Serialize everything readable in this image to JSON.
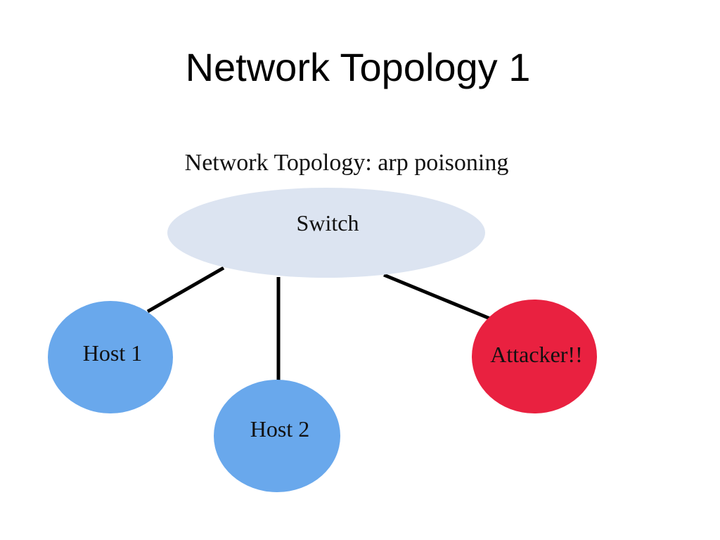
{
  "slide": {
    "title": "Network Topology 1"
  },
  "diagram": {
    "caption": "Network Topology: arp poisoning",
    "nodes": [
      {
        "id": "switch",
        "label": "Switch",
        "color": "#dce4f1"
      },
      {
        "id": "host1",
        "label": "Host 1",
        "color": "#69a8ec"
      },
      {
        "id": "host2",
        "label": "Host 2",
        "color": "#69a8ec"
      },
      {
        "id": "attacker",
        "label": "Attacker!!",
        "color": "#e92140"
      }
    ],
    "edges": [
      {
        "from": "switch",
        "to": "host1"
      },
      {
        "from": "switch",
        "to": "host2"
      },
      {
        "from": "switch",
        "to": "attacker"
      }
    ]
  }
}
